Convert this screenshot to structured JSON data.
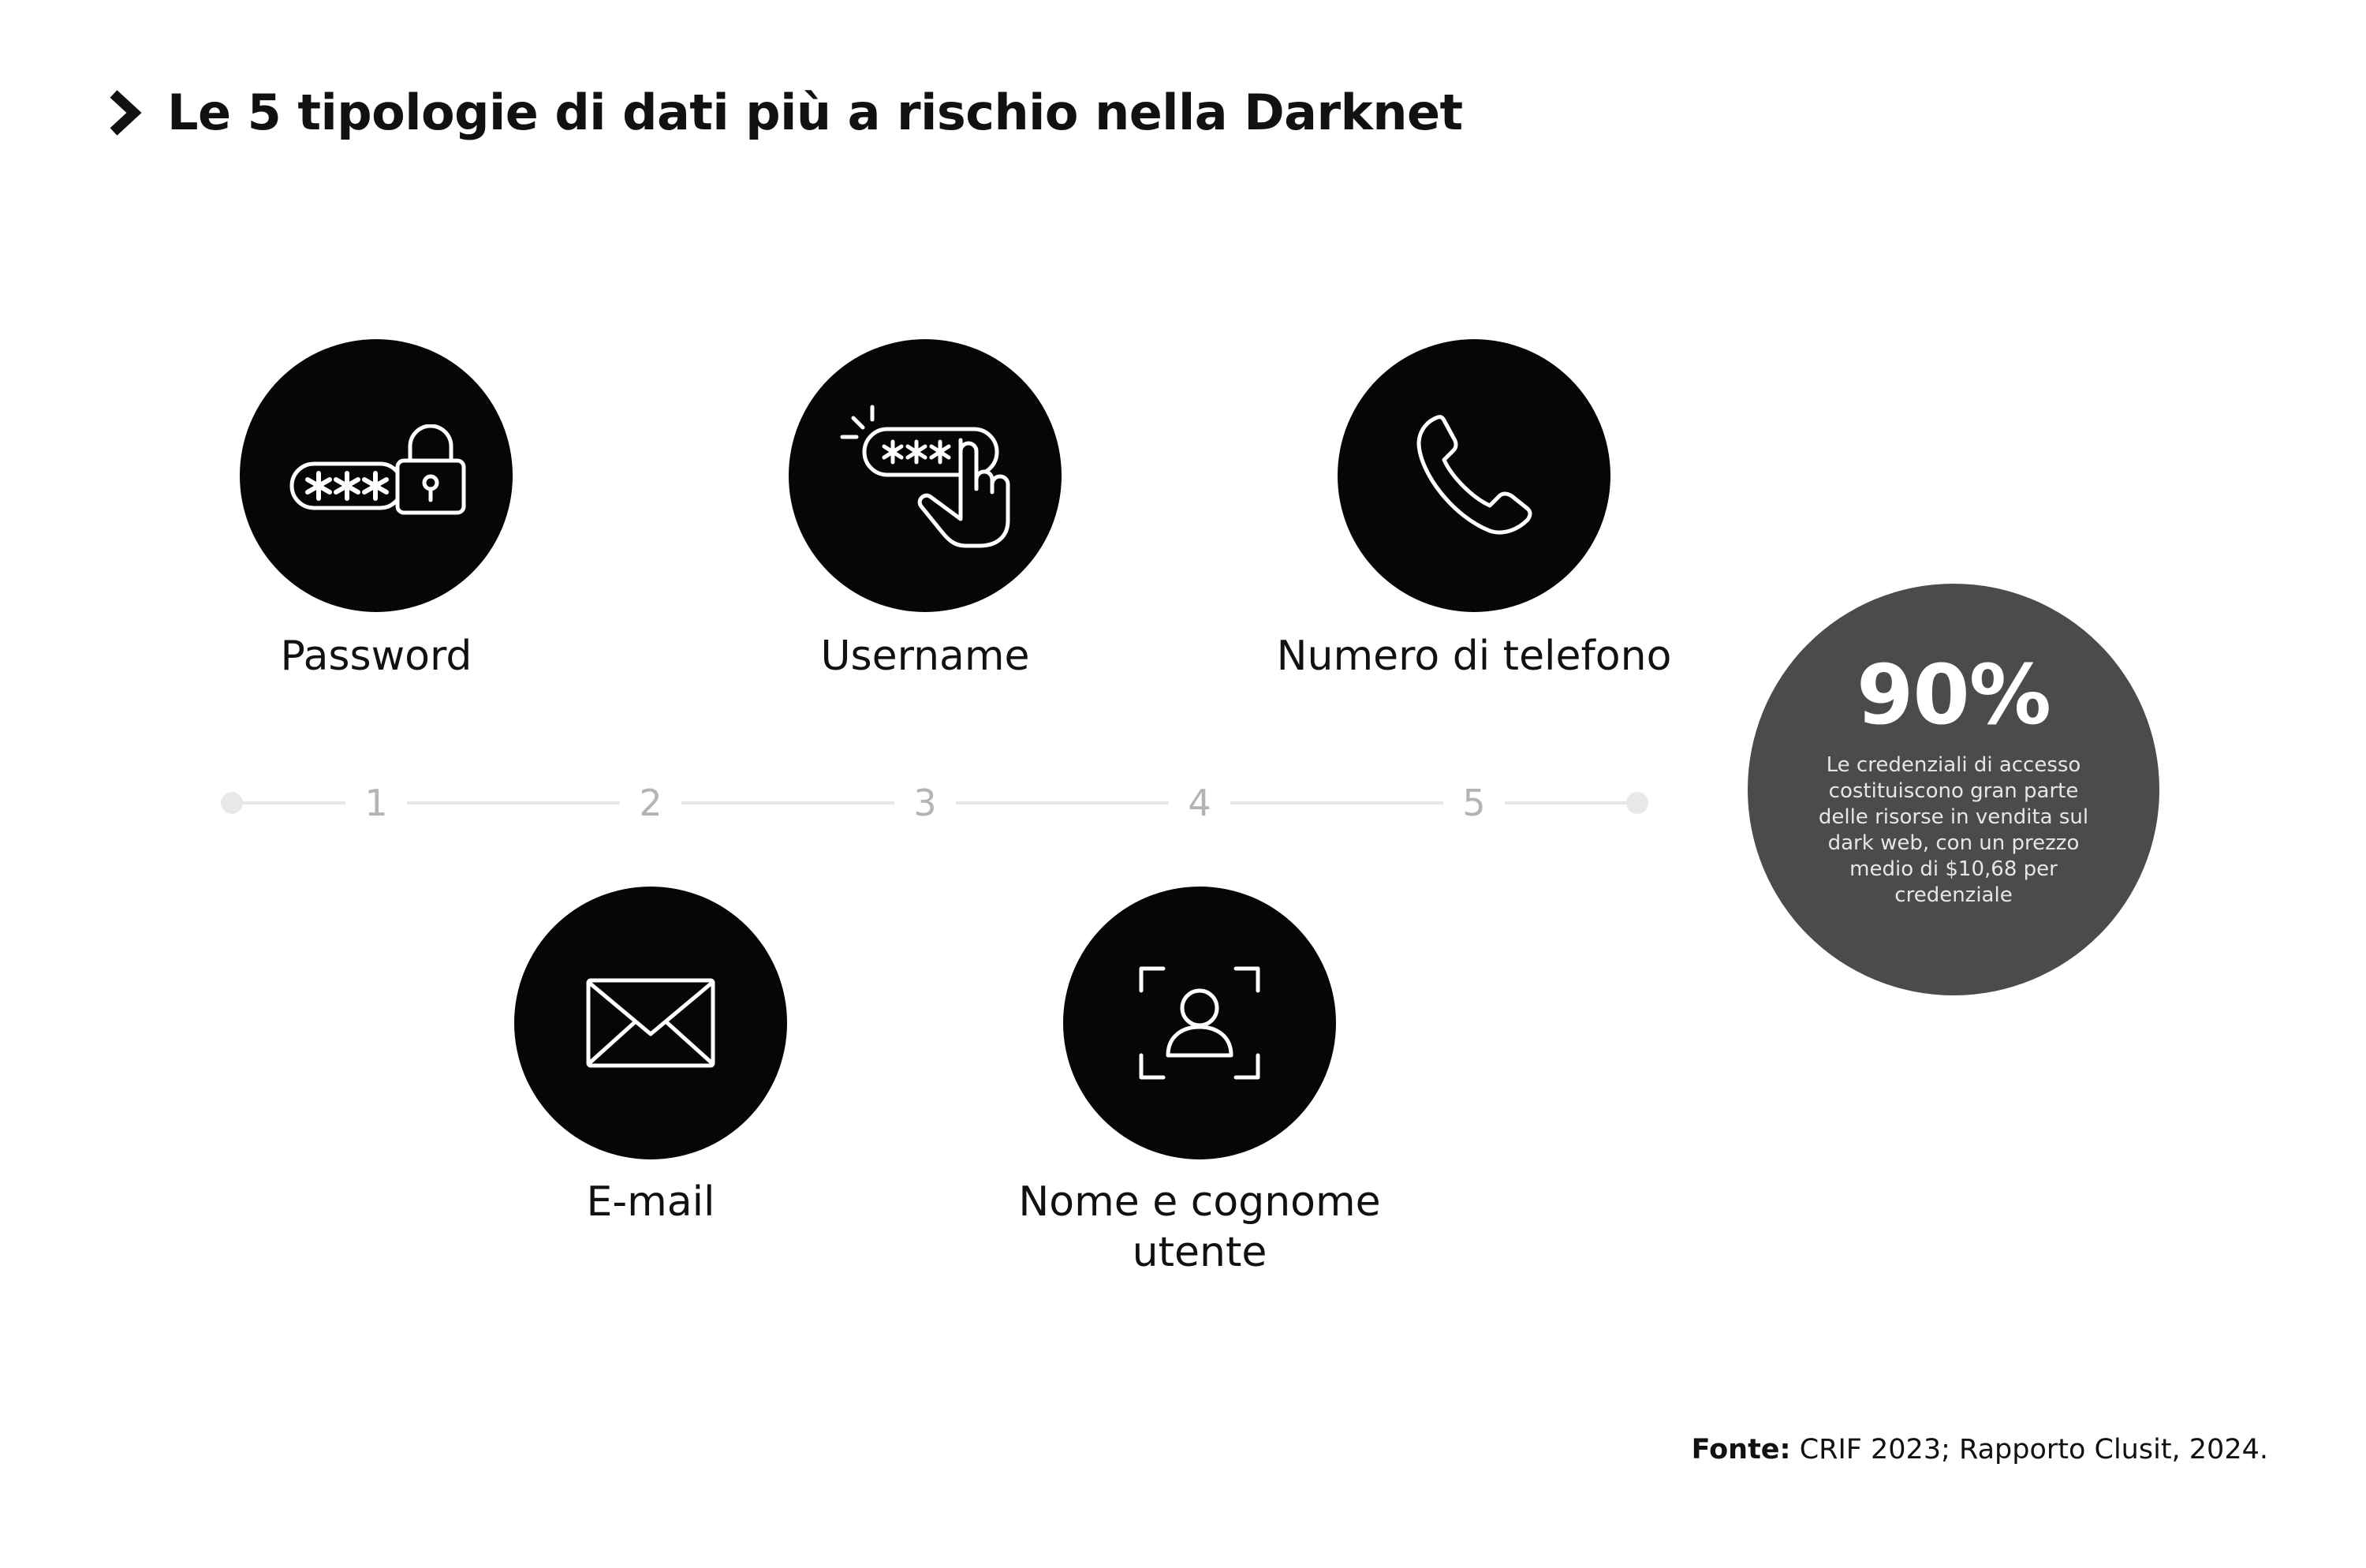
{
  "title": "Le 5 tipologie di dati più a rischio nella Darknet",
  "items": [
    {
      "label": "Password",
      "icon": "password-lock-icon"
    },
    {
      "label": "E-mail",
      "icon": "envelope-icon"
    },
    {
      "label": "Username",
      "icon": "password-click-icon"
    },
    {
      "label": "Nome e cognome utente",
      "icon": "face-scan-icon"
    },
    {
      "label": "Numero di telefono",
      "icon": "phone-icon"
    }
  ],
  "timeline": {
    "numbers": [
      "1",
      "2",
      "3",
      "4",
      "5"
    ]
  },
  "stat": {
    "value": "90%",
    "text": "Le credenziali di accesso costituiscono gran parte delle risorse in vendita sul dark web, con un prezzo medio di $10,68 per credenziale"
  },
  "source": {
    "label": "Fonte:",
    "text": "CRIF 2023; Rapporto Clusit, 2024."
  },
  "colors": {
    "circle": "#060606",
    "stat_circle": "#4b4b4b",
    "timeline": "#e8e8e8",
    "timeline_numbers": "#b4b4b4"
  }
}
